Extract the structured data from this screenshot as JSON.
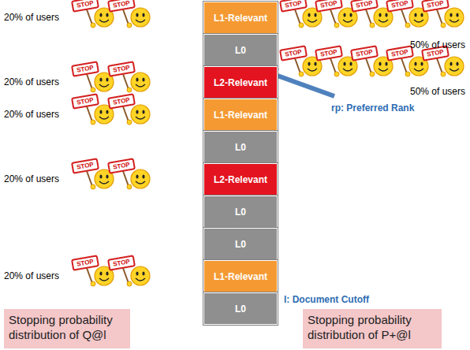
{
  "diagram": {
    "nodes": [
      {
        "text": [
          "L1-Relevant"
        ]
      },
      {
        "text": [
          "L0"
        ]
      },
      {
        "text": [
          "L2-Relevant"
        ]
      },
      {
        "text": [
          "L1-Relevant"
        ]
      },
      {
        "text": [
          "L0"
        ]
      },
      {
        "text": [
          "L2-Relevant"
        ]
      },
      {
        "text": [
          "L0"
        ]
      },
      {
        "text": [
          "L0"
        ]
      },
      {
        "text": [
          "L1-Relevant"
        ]
      },
      {
        "text": [
          "L0"
        ]
      },
      {
        "text": [
          "Stopping probability distribution of Q@l"
        ]
      },
      {
        "text": [
          "Stopping probability distribution of P+@l"
        ]
      }
    ],
    "labels": [
      "20% of users",
      "STOP",
      "STOP",
      "STOP",
      "STOP",
      "STOP",
      "STOP",
      "STOP",
      "50% of users",
      "STOP",
      "STOP",
      "STOP",
      "STOP",
      "STOP",
      "50% of users",
      "20% of users",
      "STOP",
      "STOP",
      "rp: Preferred Rank",
      "20% of users",
      "STOP",
      "STOP",
      "20% of users",
      "STOP",
      "STOP",
      "20% of users",
      "STOP",
      "STOP",
      "l: Document Cutoff"
    ]
  }
}
